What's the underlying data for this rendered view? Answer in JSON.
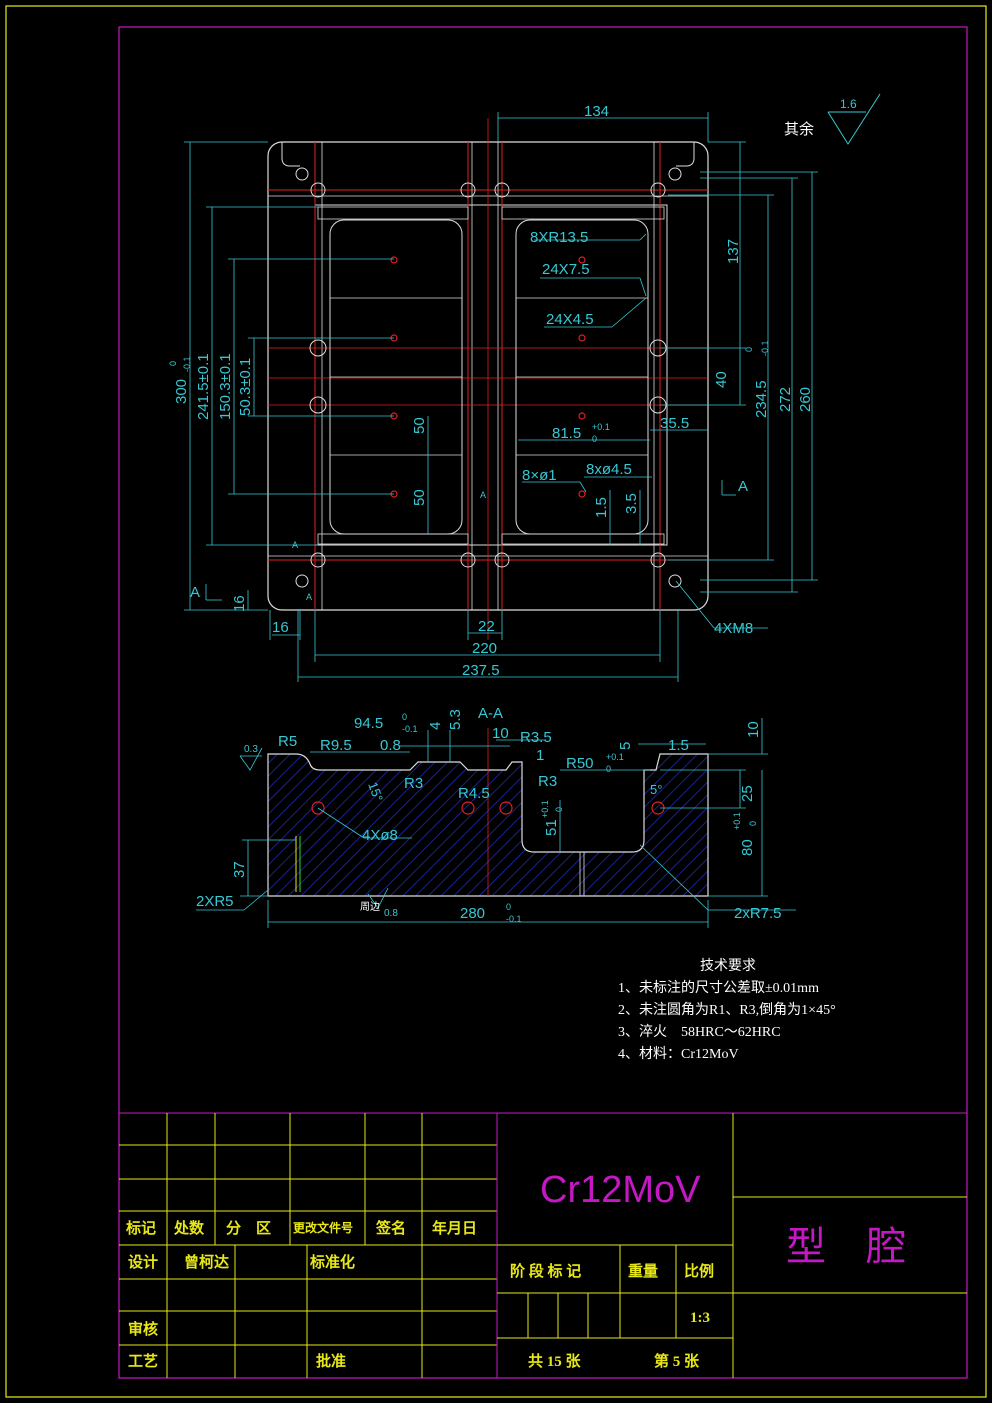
{
  "colors": {
    "background": "#000000",
    "frame": "#e8e818",
    "border_inner": "#c418c4",
    "dimension": "#36c8d4",
    "outline": "#dcdcdc",
    "centerline": "#e02020",
    "hatch": "#2030c8",
    "text": "#ffffff",
    "title_text": "#e8e818",
    "material_text": "#c418c4"
  },
  "roughness": {
    "value": "1.6",
    "label": "其余"
  },
  "top_view": {
    "dims": {
      "d134": "134",
      "d137": "137",
      "d40": "40",
      "d234": "234.5",
      "d234_tol": "0",
      "d234_tol2": "-0.1",
      "d272": "272",
      "d260": "260",
      "d300": "300",
      "d300_tol": "0",
      "d300_tol2": "-0.1",
      "d241": "241.5±0.1",
      "d150": "150.3±0.1",
      "d50_3": "50.3±0.1",
      "d50a": "50",
      "d50b": "50",
      "d81": "81.5",
      "d81_tol": "+0.1",
      "d81_tol2": "0",
      "d35": "35.5",
      "d1_5": "1.5",
      "d3_5": "3.5",
      "d16a": "16",
      "d16b": "16",
      "d22": "22",
      "d220": "220",
      "d237": "237.5"
    },
    "callouts": {
      "r13": "8XR13.5",
      "c24x75": "24X7.5",
      "c24x45": "24X4.5",
      "c8x1": "8×ø1",
      "c8x45": "8xø4.5",
      "m8": "4XM8"
    },
    "section_mark": "A"
  },
  "section_view": {
    "title": "A-A",
    "dims": {
      "d94": "94.5",
      "d94_tol": "0",
      "d94_tol2": "-0.1",
      "d4": "4",
      "d53": "5.3",
      "d10a": "10",
      "d10b": "10",
      "d5": "5",
      "d15": "1.5",
      "d08": "0.8",
      "d1": "1",
      "d25": "25",
      "d80": "80",
      "d80_tol": "+0.1",
      "d80_tol2": "0",
      "d51": "51",
      "d51_tol": "+0.1",
      "d51_tol2": "0",
      "d37": "37",
      "d280": "280",
      "d280_tol": "0",
      "d280_tol2": "-0.1",
      "a15": "15°",
      "a5": "5°"
    },
    "callouts": {
      "r5": "R5",
      "r95": "R9.5",
      "r3a": "R3",
      "r35": "R3.5",
      "r50": "R50",
      "r50_tol": "+0.1",
      "r50_tol2": "0",
      "r3b": "R3",
      "r45": "R4.5",
      "hole4": "4Xø8",
      "r5x2": "2XR5",
      "r75x2": "2xR7.5"
    },
    "roughness_a": "0.3",
    "roughness_b": "0.8",
    "roughness_b_label": "周边"
  },
  "tech_requirements": {
    "title": "技术要求",
    "items": [
      "1、未标注的尺寸公差取±0.01mm",
      "2、未注圆角为R1、R3,倒角为1×45°",
      "3、淬火　58HRC～62HRC",
      "4、材料：Cr12MoV"
    ]
  },
  "title_block": {
    "material": "Cr12MoV",
    "part_name": "型　腔",
    "headers": [
      "标记",
      "处数",
      "分　区",
      "更改文件号",
      "签名",
      "年月日"
    ],
    "design_label": "设计",
    "designer": "曾柯达",
    "standardize_label": "标准化",
    "review_label": "审核",
    "process_label": "工艺",
    "approve_label": "批准",
    "stage_label": "阶 段 标 记",
    "weight_label": "重量",
    "scale_label": "比例",
    "scale_value": "1:3",
    "sheet_total": "共 15 张",
    "sheet_no": "第 5 张"
  }
}
